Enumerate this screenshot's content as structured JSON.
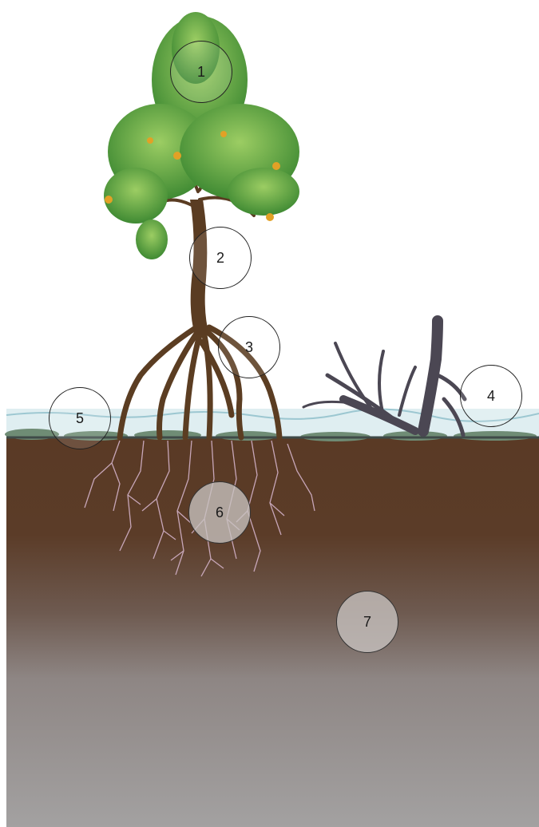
{
  "diagram": {
    "zones": [
      {
        "id": "canopy",
        "marker": "1"
      },
      {
        "id": "trunk",
        "marker": "2"
      },
      {
        "id": "prop-roots",
        "marker": "3"
      },
      {
        "id": "dead-tree",
        "marker": "4"
      },
      {
        "id": "water-surface",
        "marker": "5"
      },
      {
        "id": "fine-roots",
        "marker": "6"
      },
      {
        "id": "deep-sediment",
        "marker": "7"
      }
    ]
  },
  "colors": {
    "foliage": "#4f9a3a",
    "foliage_light": "#8cc65a",
    "flowers": "#e0a028",
    "bark": "#5a3c22",
    "dead_wood": "#4a4652",
    "water": "#cfe5ea",
    "litter": "#6d8a72",
    "soil_top": "#5c3b26",
    "soil_bottom": "#a19e9e",
    "fine_roots": "#c4a0b2"
  }
}
